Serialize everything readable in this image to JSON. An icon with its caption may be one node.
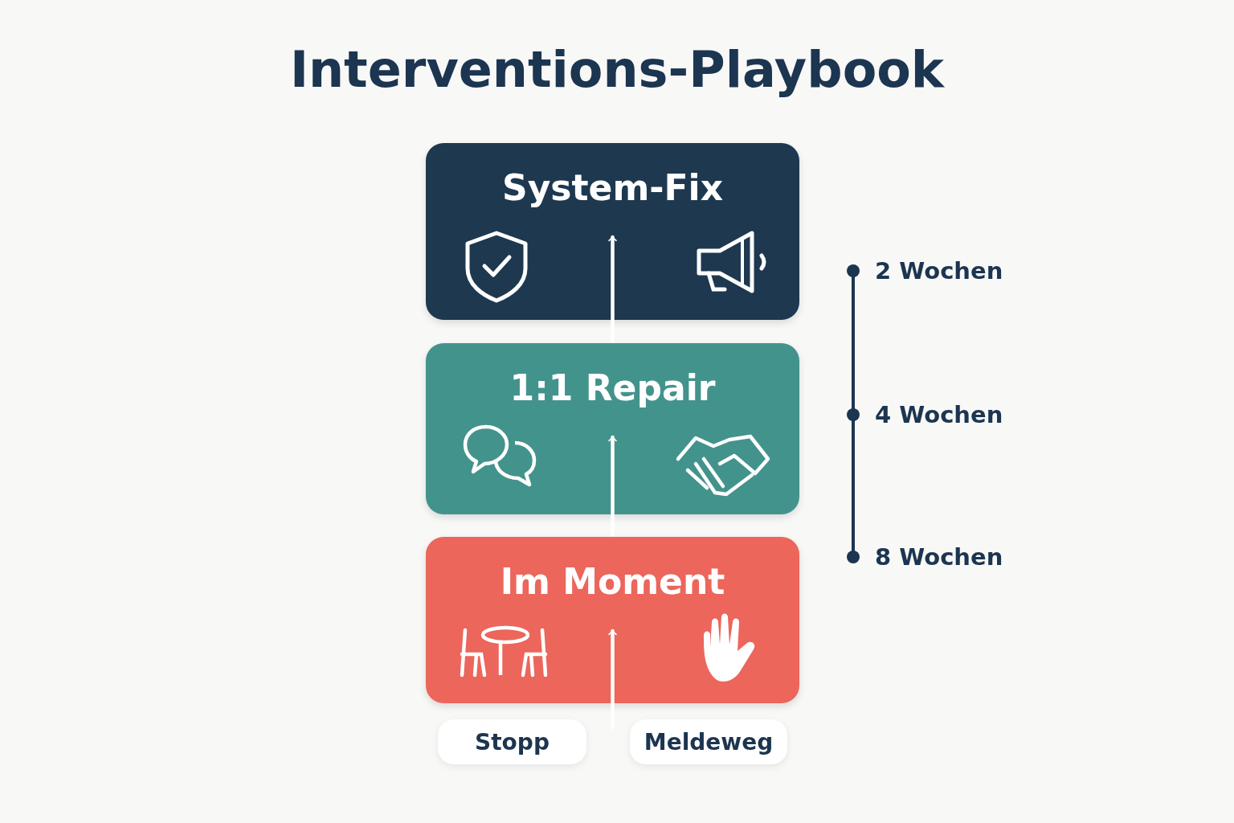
{
  "diagram": {
    "title": "Interventions-Playbook",
    "nodes": [
      {
        "text": [
          "System-Fix"
        ]
      },
      {
        "text": [
          "1:1 Repair"
        ]
      },
      {
        "text": [
          "Im Moment"
        ]
      },
      {
        "text": [
          "Stopp"
        ]
      },
      {
        "text": [
          "Meldeweg"
        ]
      }
    ],
    "edges": [
      {
        "from": null,
        "to": 2,
        "arrow": "to"
      },
      {
        "from": 2,
        "to": 1,
        "arrow": "to"
      },
      {
        "from": 1,
        "to": 0,
        "arrow": "to"
      }
    ],
    "labels": [
      "2 Wochen",
      "4 Wochen",
      "8 Wochen"
    ]
  }
}
